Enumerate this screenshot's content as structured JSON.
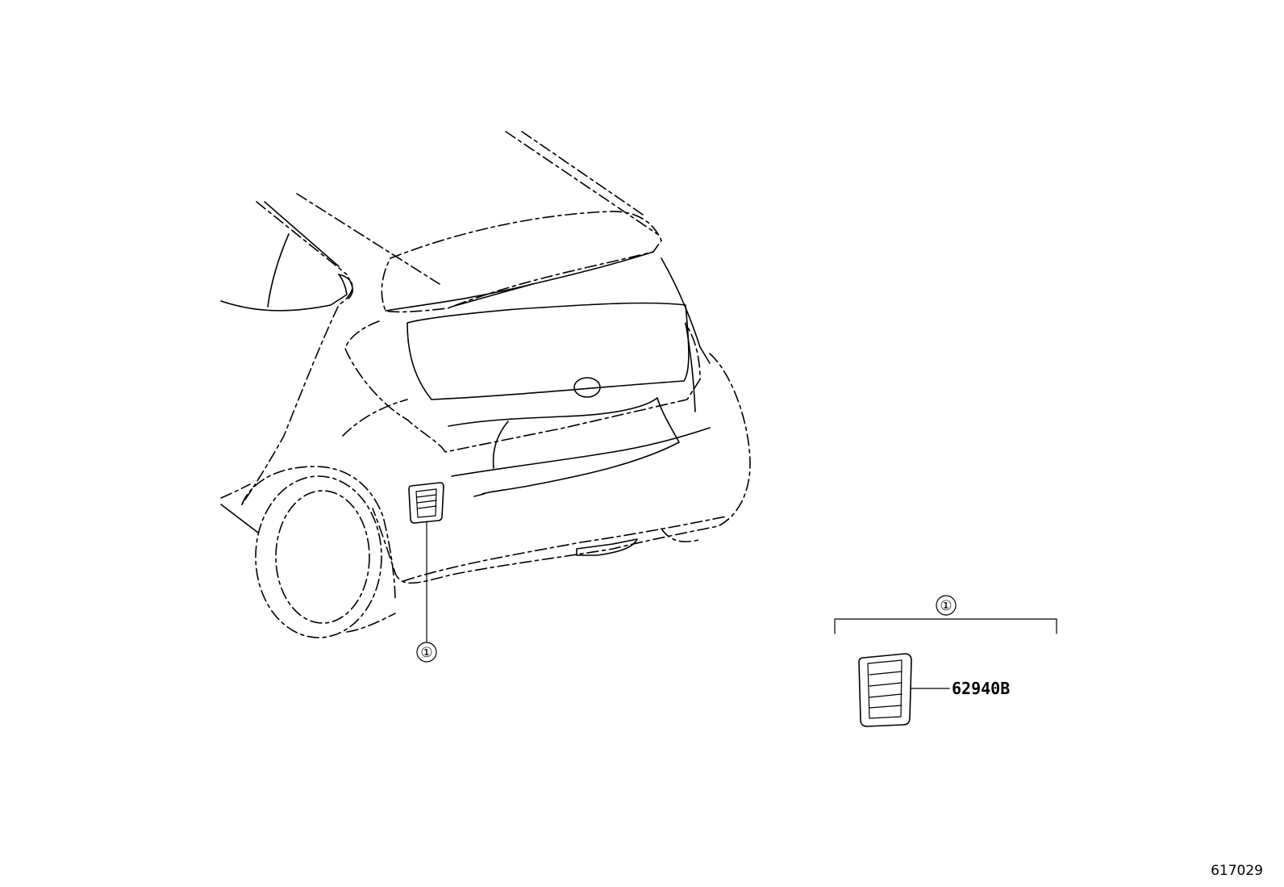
{
  "diagram": {
    "callout_label": "①",
    "group_label": "①",
    "part_number": "62940B",
    "diagram_id": "617029"
  }
}
